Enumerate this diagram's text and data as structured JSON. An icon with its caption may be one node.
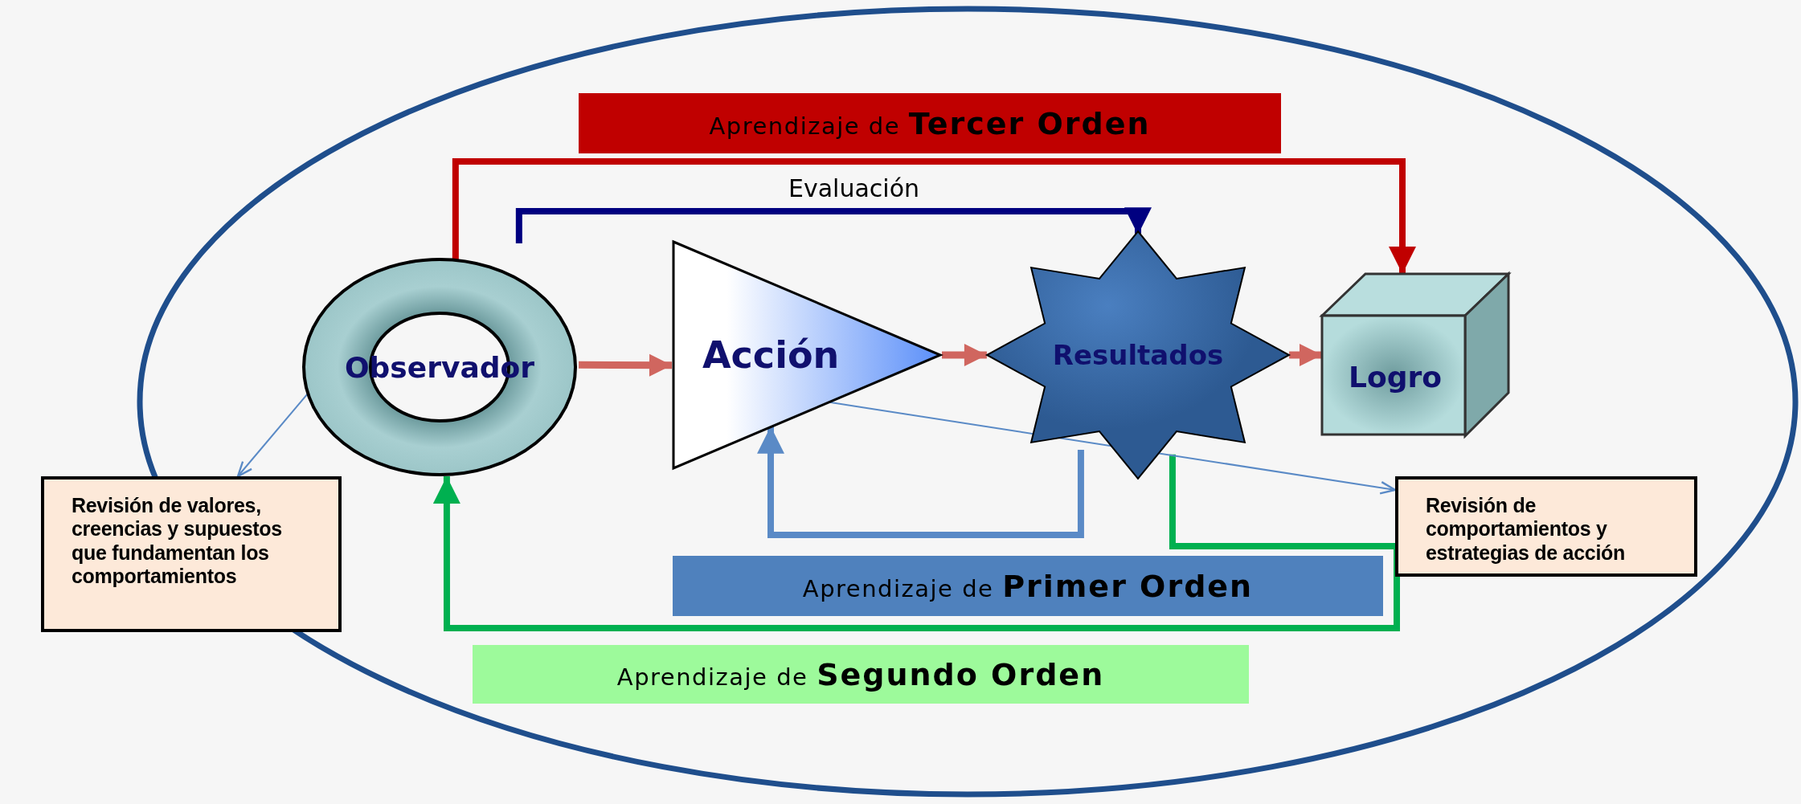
{
  "diagram": {
    "nodes": [
      {
        "text": [
          "Observador"
        ]
      },
      {
        "text": [
          "Acción"
        ]
      },
      {
        "text": [
          "Resultados"
        ]
      },
      {
        "text": [
          "Logro"
        ]
      },
      {
        "text": [
          "Revisión de valores, creencias y supuestos que fundamentan los comportamientos"
        ]
      },
      {
        "text": [
          "Revisión de comportamientos y estrategias de acción"
        ]
      },
      {
        "text": [
          "Aprendizaje de **Tercer Orden**"
        ]
      },
      {
        "text": [
          "Aprendizaje de **Primer Orden**"
        ]
      },
      {
        "text": [
          "Aprendizaje de **Segundo Orden**"
        ]
      }
    ],
    "edges": [
      {
        "from": 0,
        "to": 1,
        "arrow": "to",
        "color": "#d0665f"
      },
      {
        "from": 1,
        "to": 2,
        "arrow": "to",
        "color": "#d0665f"
      },
      {
        "from": 2,
        "to": 3,
        "arrow": "to",
        "color": "#d0665f"
      },
      {
        "from": 0,
        "to": 3,
        "arrow": "to",
        "color": "#c00000"
      },
      {
        "from": 0,
        "to": 2,
        "arrow": "to",
        "label": "Evaluación",
        "color": "#000080"
      },
      {
        "from": 2,
        "to": 1,
        "arrow": "to",
        "color": "#5a8ac6"
      },
      {
        "from": 2,
        "to": 0,
        "arrow": "to",
        "color": "#00b050"
      },
      {
        "from": 0,
        "to": 4,
        "arrow": "to",
        "color": "#5a8ac6"
      },
      {
        "from": 1,
        "to": 5,
        "arrow": "to",
        "color": "#5a8ac6"
      }
    ]
  }
}
